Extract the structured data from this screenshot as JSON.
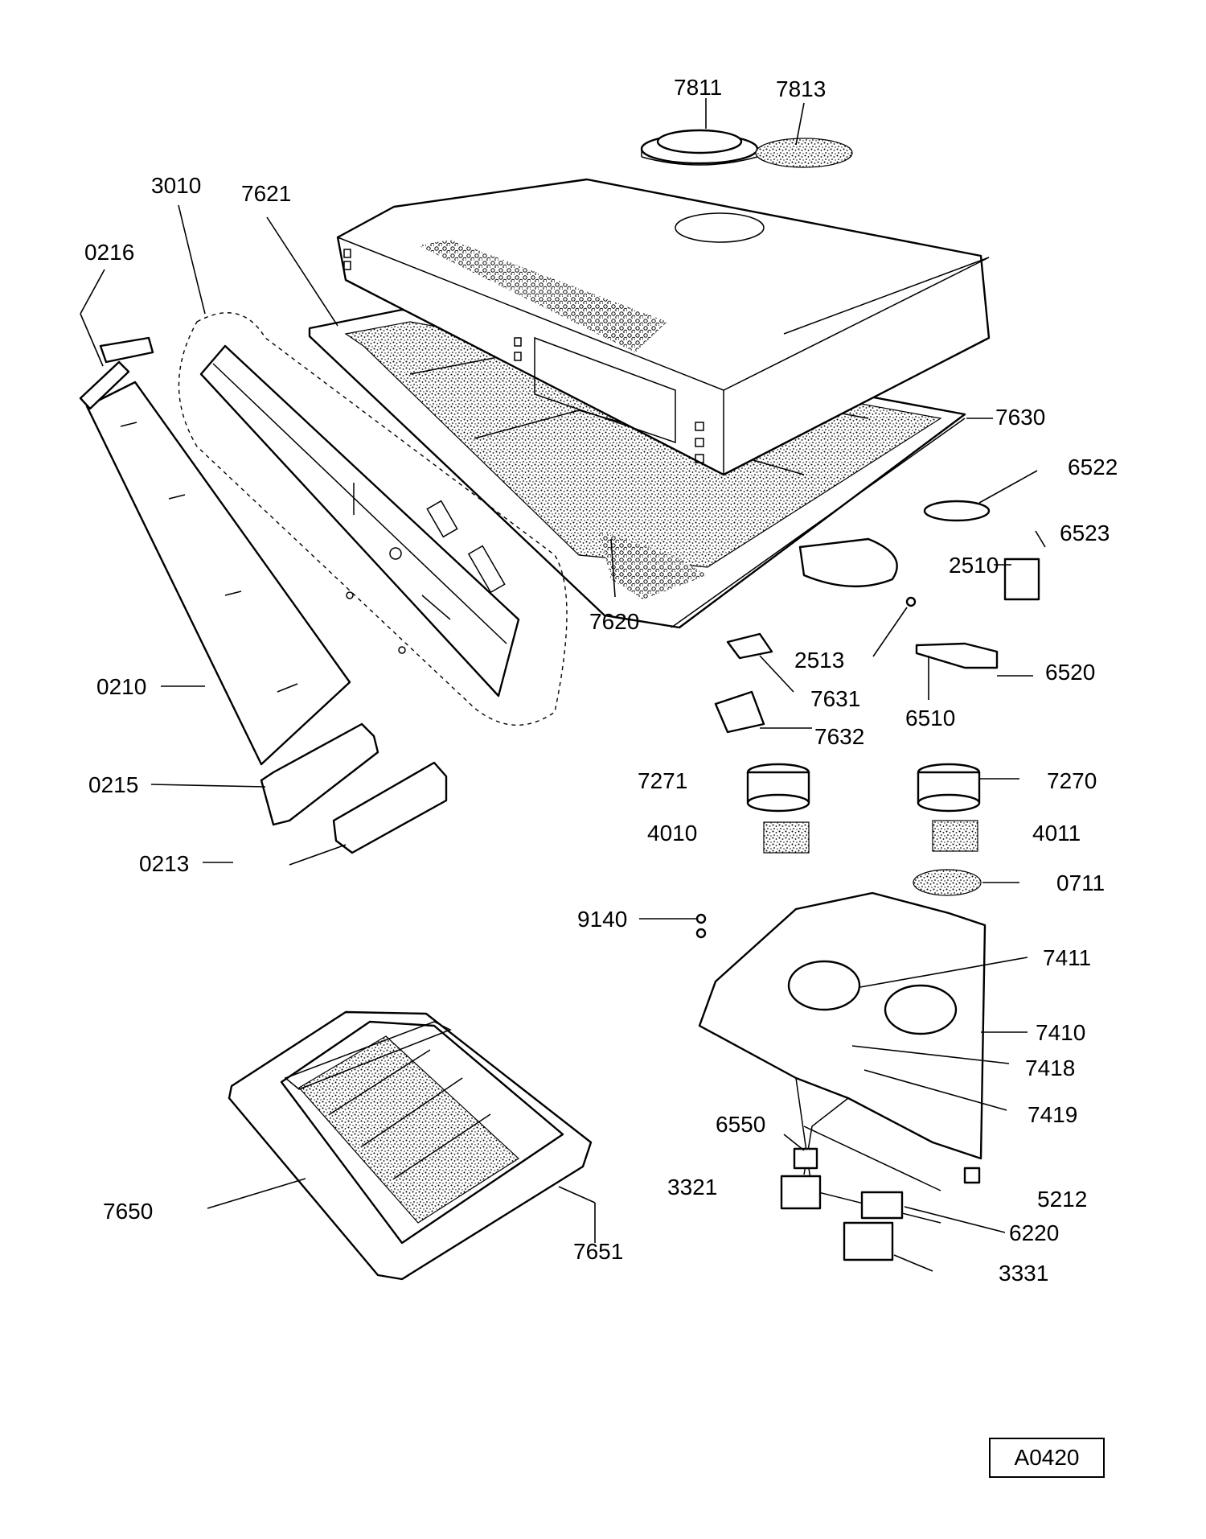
{
  "diagram": {
    "type": "exploded-parts-diagram",
    "reference_code": "A0420",
    "part_labels": {
      "p7811": "7811",
      "p7813": "7813",
      "p3010": "3010",
      "p7621": "7621",
      "p0216": "0216",
      "p7630": "7630",
      "p6522": "6522",
      "p6523": "6523",
      "p2510": "2510",
      "p7620": "7620",
      "p2513": "2513",
      "p6520": "6520",
      "p7631": "7631",
      "p6510": "6510",
      "p0210": "0210",
      "p7632": "7632",
      "p7271": "7271",
      "p7270": "7270",
      "p0215": "0215",
      "p4010": "4010",
      "p4011": "4011",
      "p0213": "0213",
      "p0711": "0711",
      "p9140": "9140",
      "p7411": "7411",
      "p7410": "7410",
      "p7418": "7418",
      "p7419": "7419",
      "p6550": "6550",
      "p3321": "3321",
      "p5212": "5212",
      "p7650": "7650",
      "p6220": "6220",
      "p7651": "7651",
      "p3331": "3331"
    }
  }
}
